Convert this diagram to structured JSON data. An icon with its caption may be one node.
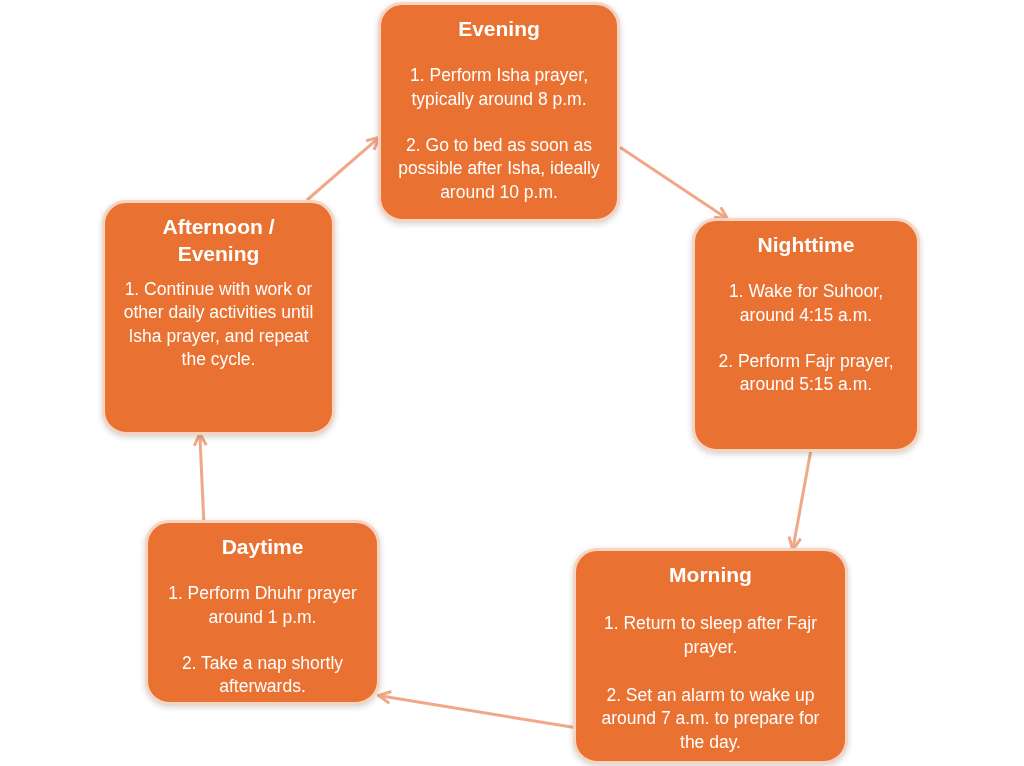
{
  "diagram": {
    "nodes": [
      {
        "text": [
          "Evening",
          "1. Perform Isha prayer, typically around 8 p.m.",
          "2. Go to bed as soon as possible after Isha, ideally around 10 p.m."
        ]
      },
      {
        "text": [
          "Nighttime",
          "1. Wake for Suhoor, around 4:15 a.m.",
          "2. Perform Fajr prayer, around 5:15 a.m."
        ]
      },
      {
        "text": [
          "Morning",
          "1. Return to sleep after Fajr prayer.",
          "2. Set an alarm to wake up around 7 a.m. to prepare for the day."
        ]
      },
      {
        "text": [
          "Daytime",
          "1. Perform Dhuhr prayer around 1 p.m.",
          "2. Take a nap shortly afterwards."
        ]
      },
      {
        "text": [
          "Afternoon / Evening",
          "1. Continue with work or other daily activities until Isha prayer, and repeat the cycle."
        ]
      }
    ],
    "edges": [
      {
        "from": 4,
        "to": 0,
        "arrow": "to"
      },
      {
        "from": 0,
        "to": 1,
        "arrow": "to"
      },
      {
        "from": 1,
        "to": 2,
        "arrow": "to"
      },
      {
        "from": 2,
        "to": 3,
        "arrow": "to"
      },
      {
        "from": 3,
        "to": 4,
        "arrow": "to"
      }
    ]
  }
}
